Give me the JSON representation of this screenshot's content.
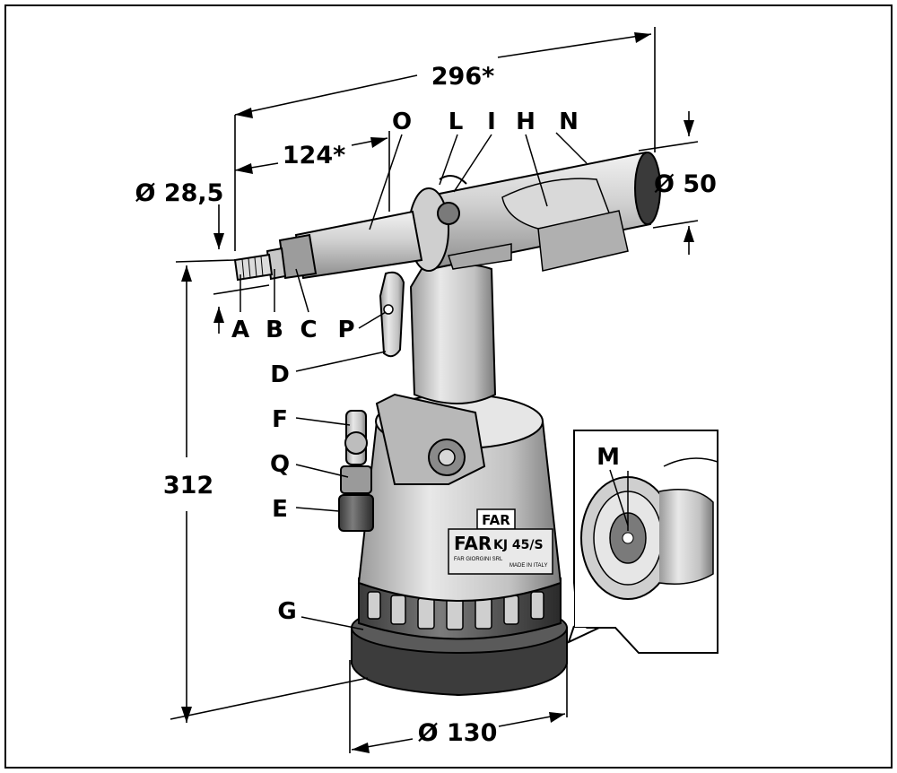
{
  "dimensions": {
    "overall_length": "296*",
    "head_length": "124*",
    "nose_diameter": "Ø 28,5",
    "body_diameter": "Ø 50",
    "height": "312",
    "base_diameter": "Ø 130"
  },
  "part_labels": {
    "A": "A",
    "B": "B",
    "C": "C",
    "D": "D",
    "E": "E",
    "F": "F",
    "G": "G",
    "H": "H",
    "I": "I",
    "L": "L",
    "M": "M",
    "N": "N",
    "O": "O",
    "P": "P",
    "Q": "Q"
  },
  "branding": {
    "logo": "FAR",
    "model": "KJ 45/S",
    "plate_line1": "FAR GIORGINI SRL",
    "plate_line2": "MADE IN ITALY"
  }
}
